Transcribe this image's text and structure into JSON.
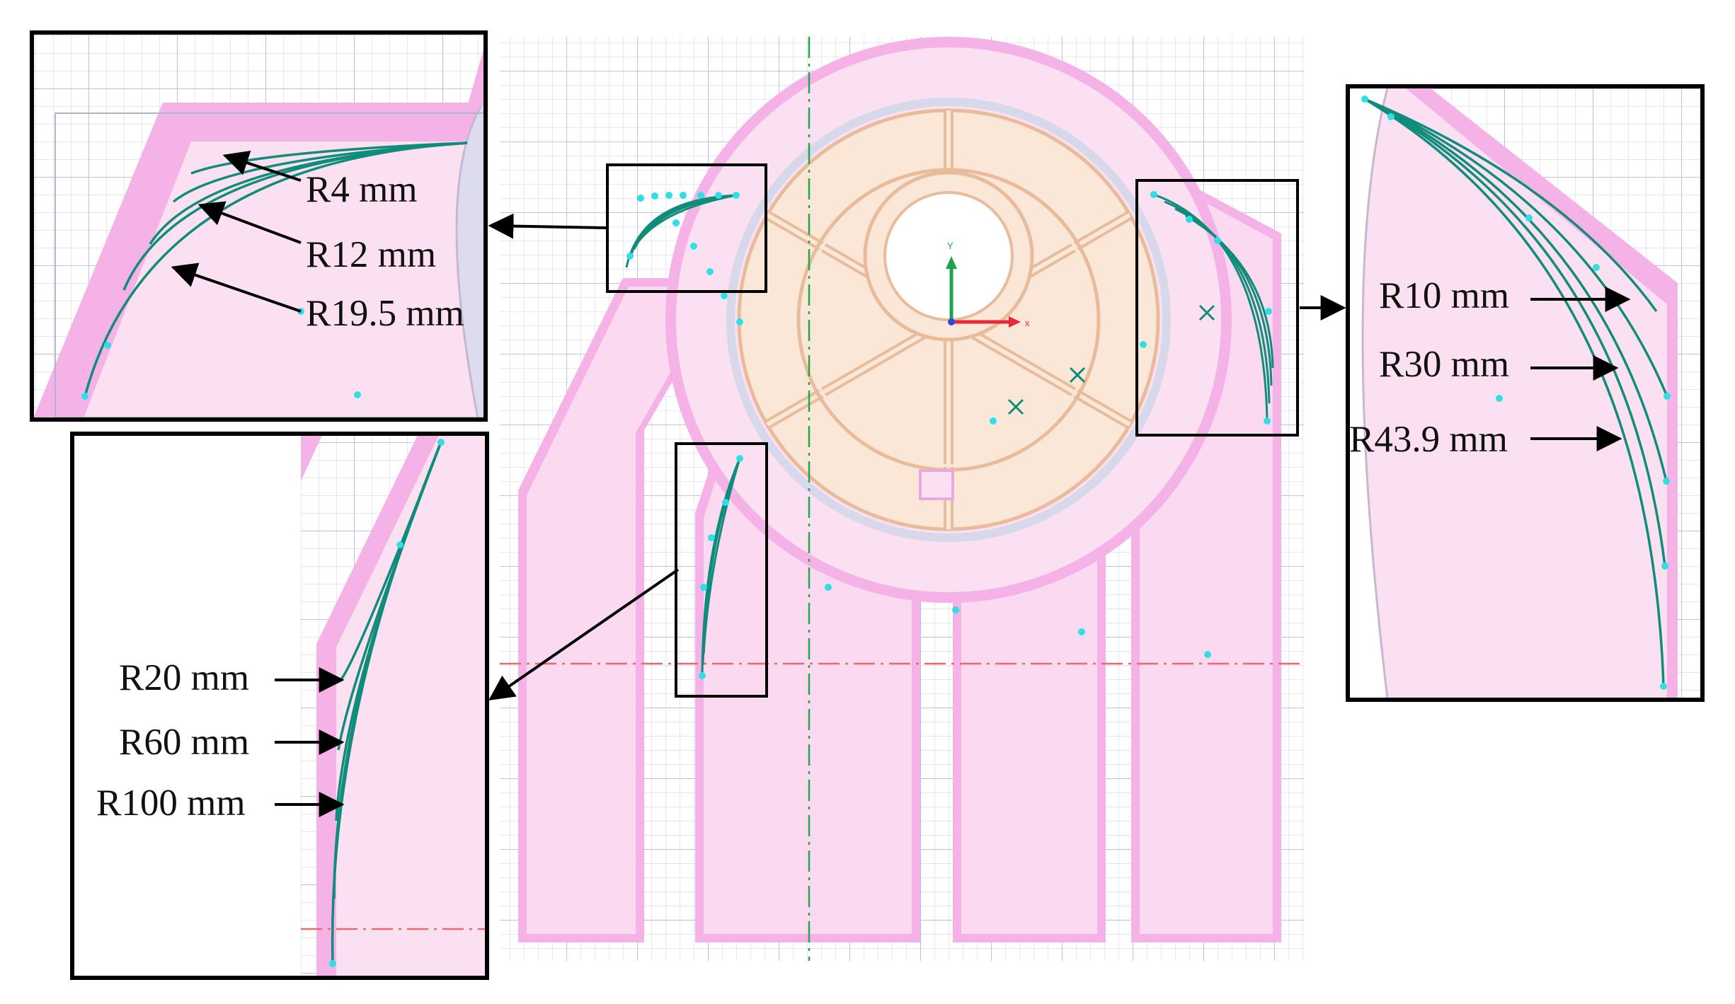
{
  "colors": {
    "grid_minor": "#d7d9ef",
    "grid_major": "#b6b9de",
    "part_pink": "#fbe0f2",
    "part_border": "#e8a9e0",
    "hub_fill": "#fbe7d8",
    "hub_border": "#e8bc9a",
    "curve_teal": "#0f8c7a",
    "point_cyan": "#2ee0e6",
    "centerline_green": "#23a64a",
    "centerline_red": "#e86a6a",
    "axis_x": "#e8283a",
    "axis_y": "#1ea34a",
    "frame": "#000000"
  },
  "main_view": {
    "axis_x_label": "x",
    "axis_y_label": "Y"
  },
  "callouts": {
    "top_left": {
      "labels": [
        "R4 mm",
        "R12 mm",
        "R19.5 mm"
      ]
    },
    "bottom_left": {
      "labels": [
        "R20 mm",
        "R60 mm",
        "R100 mm"
      ]
    },
    "right": {
      "labels": [
        "R10 mm",
        "R30 mm",
        "R43.9 mm"
      ]
    }
  }
}
